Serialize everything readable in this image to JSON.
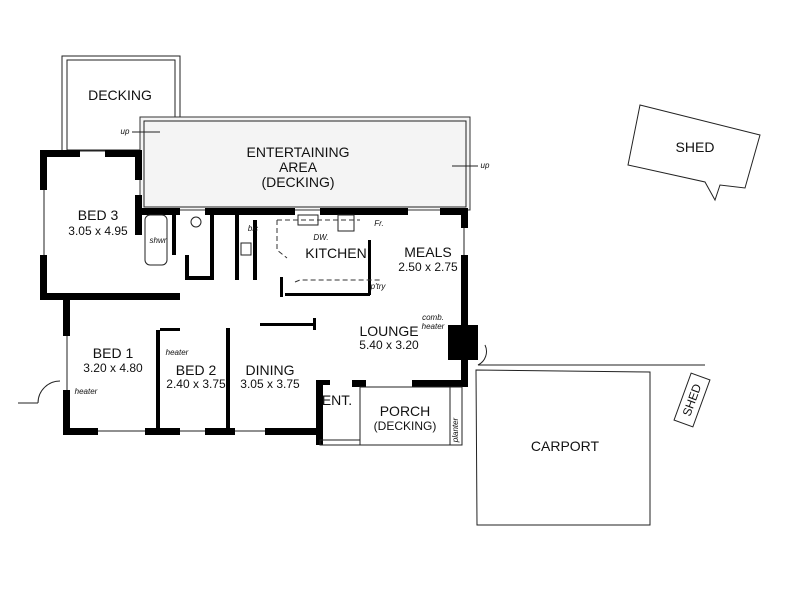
{
  "rooms": {
    "decking": {
      "name": "DECKING"
    },
    "entertaining": {
      "line1": "ENTERTAINING",
      "line2": "AREA",
      "line3": "(DECKING)"
    },
    "shed_main": {
      "name": "SHED"
    },
    "bed3": {
      "name": "BED 3",
      "dims": "3.05 x 4.95"
    },
    "kitchen": {
      "name": "KITCHEN"
    },
    "meals": {
      "name": "MEALS",
      "dims": "2.50 x 2.75"
    },
    "lounge": {
      "name": "LOUNGE",
      "dims": "5.40 x 3.20"
    },
    "bed1": {
      "name": "BED 1",
      "dims": "3.20 x 4.80"
    },
    "bed2": {
      "name": "BED 2",
      "dims": "2.40 x 3.75"
    },
    "dining": {
      "name": "DINING",
      "dims": "3.05 x 3.75"
    },
    "entry": {
      "name": "ENT."
    },
    "porch": {
      "line1": "PORCH",
      "line2": "(DECKING)"
    },
    "carport": {
      "name": "CARPORT"
    },
    "shed_small": {
      "name": "SHED"
    }
  },
  "annotations": {
    "up1": "up",
    "up2": "up",
    "shwr": "shwr",
    "bic": "bic",
    "fridge": "Fr.",
    "dishwasher": "DW.",
    "pantry": "p'try",
    "comb_heater1": "comb.",
    "comb_heater2": "heater",
    "heater_bed1": "heater",
    "heater_bed2": "heater",
    "planter": "planter"
  }
}
